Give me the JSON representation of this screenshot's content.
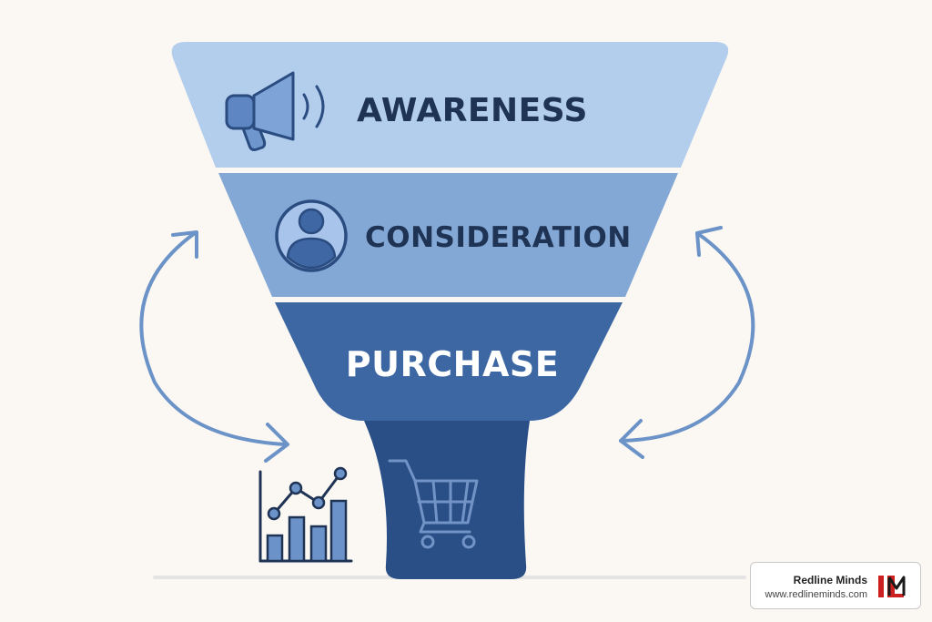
{
  "funnel": {
    "stages": [
      {
        "label": "AWARENESS",
        "icon": "megaphone-icon"
      },
      {
        "label": "CONSIDERATION",
        "icon": "user-profile-icon"
      },
      {
        "label": "PURCHASE",
        "icon": "shopping-cart-icon"
      }
    ],
    "side_icons": [
      "bar-line-chart-icon",
      "cycle-arrow-left-icon",
      "cycle-arrow-right-icon"
    ]
  },
  "watermark": {
    "name": "Redline Minds",
    "url": "www.redlineminds.com",
    "logo_text": "RLM"
  },
  "colors": {
    "awareness": "#b3cdec",
    "consideration": "#84a8d5",
    "purchase": "#3d67a3",
    "spout": "#2a4f86",
    "dark_text": "#1f3354",
    "arrow": "#6b93c7",
    "background": "#fbf8f4",
    "logo_red": "#cc1f1f"
  }
}
